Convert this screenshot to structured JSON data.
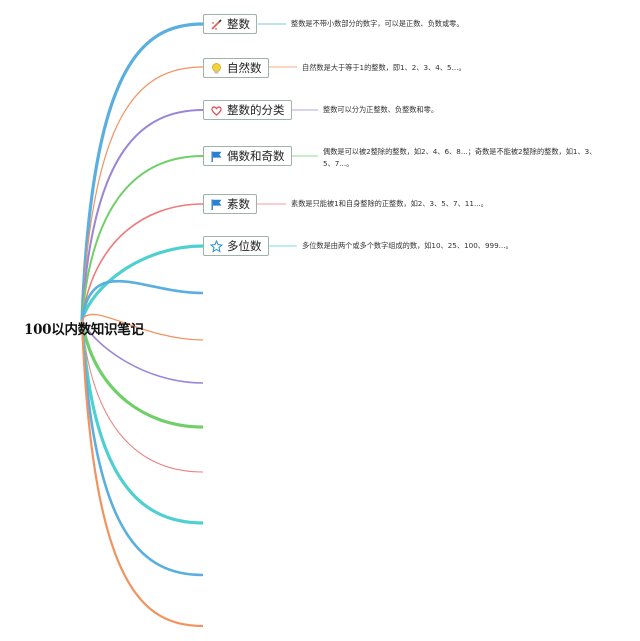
{
  "root": {
    "title": "100以内数知识笔记"
  },
  "branches": [
    {
      "label": "整数",
      "icon": "pencil-icon",
      "color": "#5aaee0",
      "note": "整数是不带小数部分的数字，可以是正数、负数或零。"
    },
    {
      "label": "自然数",
      "icon": "lightbulb-icon",
      "color": "#f1935f",
      "note": "自然数是大于等于1的整数，即1、2、3、4、5...。"
    },
    {
      "label": "整数的分类",
      "icon": "heart-icon",
      "color": "#9b86d6",
      "note": "整数可以分为正整数、负整数和零。"
    },
    {
      "label": "偶数和奇数",
      "icon": "flag-icon",
      "color": "#6fcf68",
      "note": "偶数是可以被2整除的整数，如2、4、6、8...；奇数是不能被2整除的整数，如1、3、5、7...。"
    },
    {
      "label": "素数",
      "icon": "flag-icon",
      "color": "#ee7b7b",
      "note": "素数是只能被1和自身整除的正整数，如2、3、5、7、11...。"
    },
    {
      "label": "多位数",
      "icon": "star-icon",
      "color": "#4fd0d0",
      "note": "多位数是由两个或多个数字组成的数，如10、25、100、999...。"
    }
  ]
}
